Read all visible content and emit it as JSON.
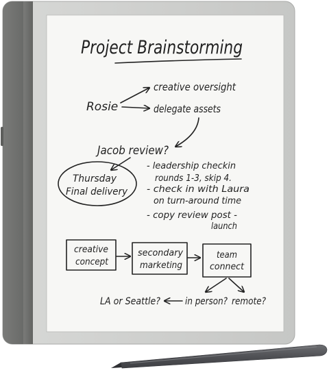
{
  "colors": {
    "device_body": "#cfd0cf",
    "spine": "#6f706e",
    "screen": "#f7f7f5",
    "ink": "#222222",
    "stylus": "#55565a"
  },
  "note": {
    "title": "Project Brainstorming",
    "rosie": "Rosie",
    "creative_oversight": "creative oversight",
    "delegate_assets": "delegate assets",
    "jacob_review": "Jacob review?",
    "oval_line1": "Thursday",
    "oval_line2": "Final delivery",
    "bullets": [
      {
        "line1": "- leadership checkin",
        "line2": "rounds 1-3, skip 4."
      },
      {
        "line1": "- check in with Laura",
        "line2": "on turn-around time"
      },
      {
        "line1": "- copy review post -",
        "line2": "launch"
      }
    ],
    "boxes": [
      {
        "line1": "creative",
        "line2": "concept"
      },
      {
        "line1": "secondary",
        "line2": "marketing"
      },
      {
        "line1": "team",
        "line2": "connect"
      }
    ],
    "la_or_seattle": "LA or Seattle?",
    "in_person": "in person?",
    "remote": "remote?"
  }
}
